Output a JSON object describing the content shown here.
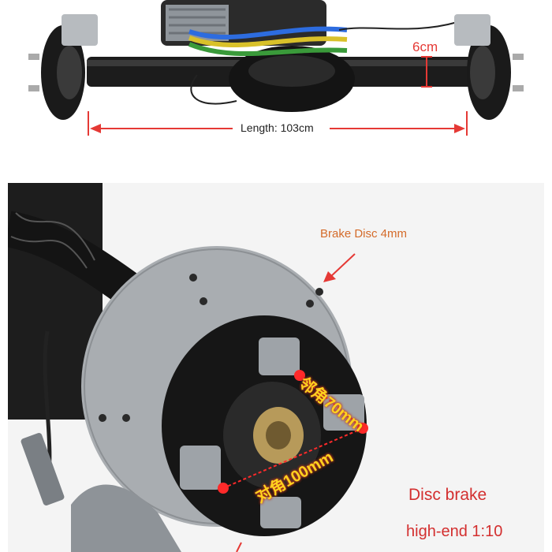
{
  "photo": {
    "top": {
      "subject": "rear-axle-assembly-with-motor",
      "length_label": "Length: 103cm",
      "diameter_label": "6cm"
    },
    "bottom": {
      "subject": "disc-brake-hub-closeup",
      "brake_disc_label": "Brake Disc 4mm",
      "adjacent_label": "邻角70mm",
      "diagonal_label": "对角100mm",
      "caption_line1": "Disc brake",
      "caption_line2": "high-end 1:10"
    }
  },
  "colors": {
    "arrow_red": "#e53935",
    "disc_label_orange": "#d46b2a",
    "stud_label_yellow": "#ffd21f",
    "caption_red": "#d32f2f"
  }
}
